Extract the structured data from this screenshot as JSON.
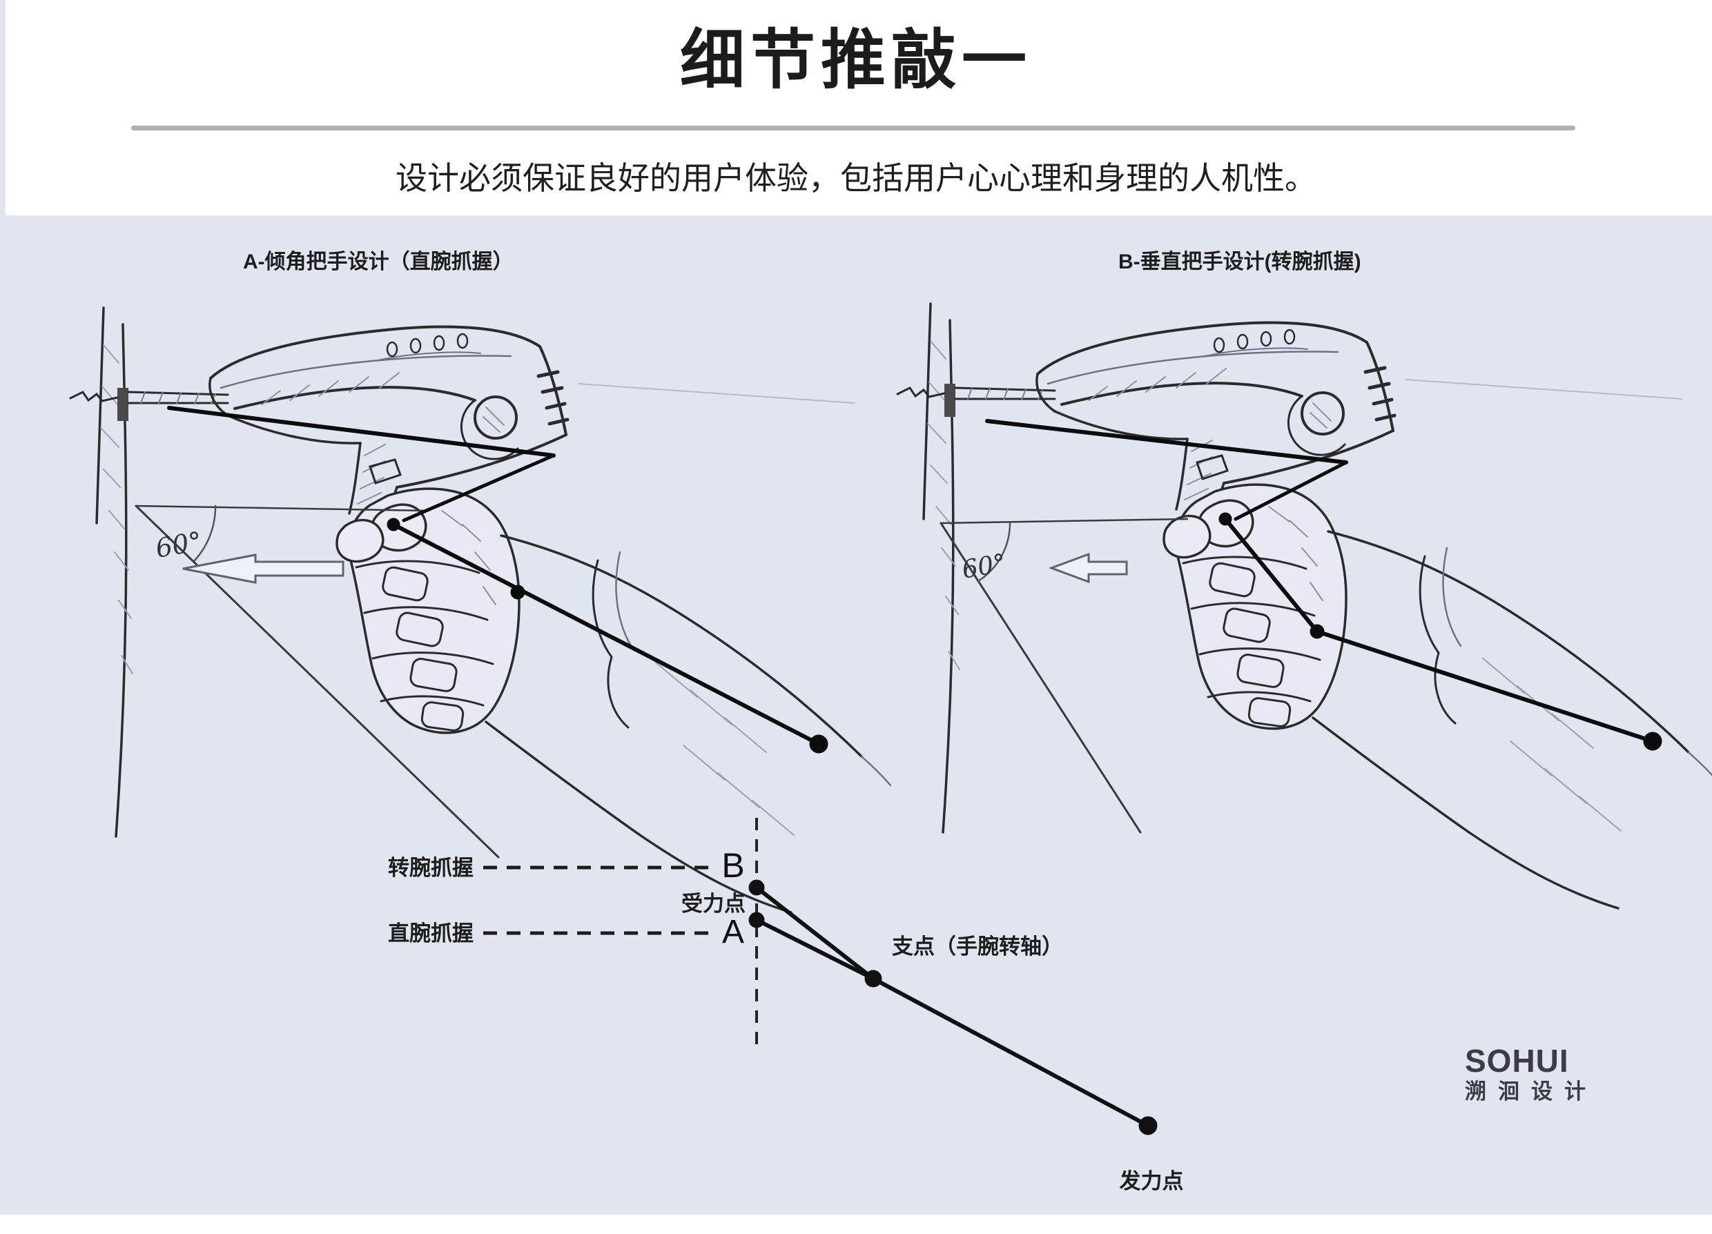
{
  "page": {
    "title": "细节推敲一",
    "subtitle": "设计必须保证良好的用户体验，包括用户心心理和身理的人机性。"
  },
  "sketch_a": {
    "caption": "A-倾角把手设计（直腕抓握）",
    "angle_label": "60°"
  },
  "sketch_b": {
    "caption": "B-垂直把手设计(转腕抓握)",
    "angle_label": "60°"
  },
  "diagram": {
    "rotated_wrist_label": "转腕抓握",
    "straight_wrist_label": "直腕抓握",
    "point_b": "B",
    "point_a": "A",
    "force_receive_label": "受力点",
    "fulcrum_label": "支点（手腕转轴）",
    "force_apply_label": "发力点"
  },
  "logo": {
    "wordmark": "SOHUI",
    "brand_name": "溯洄设计"
  },
  "colors": {
    "panel": "#e1e5f0",
    "ink": "#111111",
    "divider": "#b0b0b0"
  }
}
